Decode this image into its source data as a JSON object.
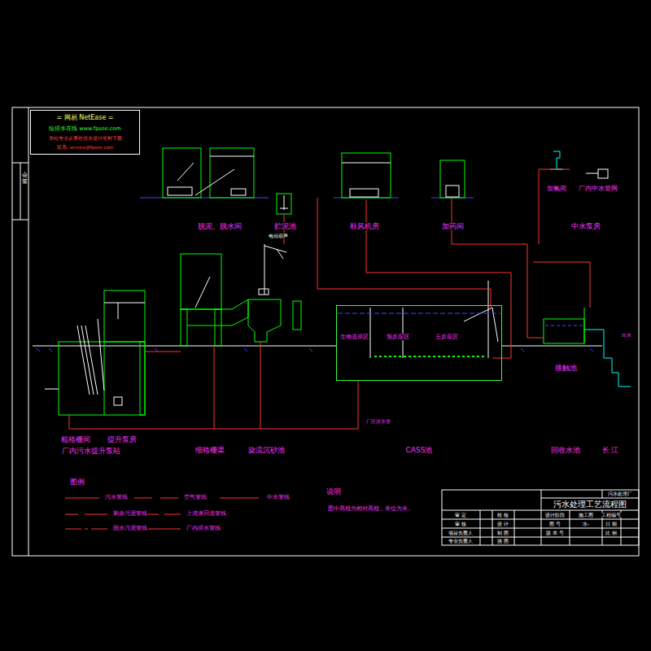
{
  "diagram": {
    "title": "污水处理工艺流程图",
    "nodes": [
      {
        "text": [
          "= 网易 NetEase =",
          "给排水在线  www.fpsee.com",
          "本站专业从事给排水设计资料下载",
          "联系: service@fpsee.com"
        ]
      },
      {
        "text": [
          "生物选择区",
          "预反应区",
          "主反应区"
        ]
      }
    ],
    "labels": [
      "脱泥、脱水间",
      "贮泥池",
      "鼓风机房",
      "加药间",
      "加氯间",
      "厂内中水管网",
      "中水泵房",
      "电动葫芦",
      "粗格栅间",
      "提升泵房",
      "厂内污水提升泵站",
      "细格栅渠",
      "旋流沉砂池",
      "CASS池",
      "接触池",
      "回收水池",
      "长 江",
      "出水",
      "厂区排水管",
      "图例",
      "说明",
      "图中高程为相对高程，单位为米。",
      "会签",
      "污水处理厂",
      "审 定",
      "校 核",
      "审 核",
      "设 计",
      "项目负责人",
      "制 图",
      "专业负责人",
      "描 图",
      "设计阶段",
      "施工图",
      "工程编号",
      "图 号",
      "水-",
      "日 期",
      "版 本 号",
      "比 例"
    ],
    "legend": [
      {
        "text": "污水管线"
      },
      {
        "text": "空气管线"
      },
      {
        "text": "中水管线"
      },
      {
        "text": "剩余污泥管线"
      },
      {
        "text": "上清液回流管线"
      },
      {
        "text": "脱水污泥管线"
      },
      {
        "text": "厂内排水管线"
      }
    ]
  }
}
